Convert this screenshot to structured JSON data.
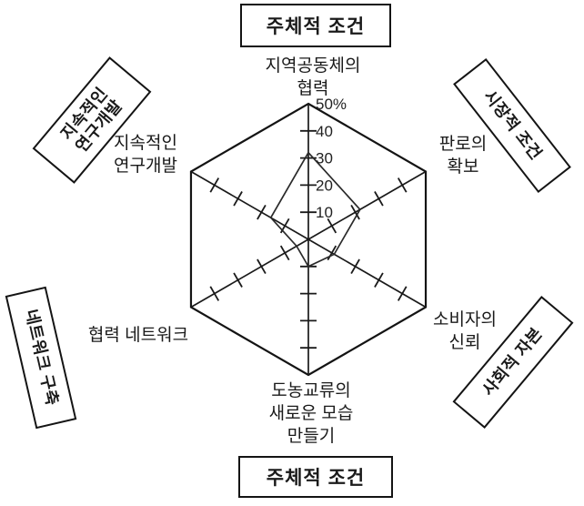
{
  "colors": {
    "line": "#1a1a1a",
    "text": "#1a1a1a",
    "background": "#ffffff"
  },
  "header_box": {
    "label": "주체적 조건"
  },
  "footer_box": {
    "label": "주체적 조건"
  },
  "corner_boxes": {
    "research": {
      "lines": [
        "지속적인",
        "연구개발"
      ]
    },
    "market": {
      "lines": [
        "시장적 조건"
      ]
    },
    "network": {
      "lines": [
        "네트워크 구축"
      ]
    },
    "social": {
      "lines": [
        "사회적 자본"
      ]
    }
  },
  "axis_labels": {
    "community": {
      "lines": [
        "지역공동체의",
        "협력"
      ]
    },
    "sales": {
      "lines": [
        "판로의",
        "확보"
      ]
    },
    "consumer": {
      "lines": [
        "소비자의",
        "신뢰"
      ]
    },
    "exchange": {
      "lines": [
        "도농교류의",
        "새로운 모습",
        "만들기"
      ]
    },
    "coop_network": {
      "lines": [
        "협력 네트워크"
      ]
    },
    "research": {
      "lines": [
        "지속적인",
        "연구개발"
      ]
    }
  },
  "chart_data": {
    "type": "radar",
    "title_top": "주체적 조건",
    "title_bottom": "주체적 조건",
    "categories": [
      "지역공동체의 협력",
      "판로의 확보",
      "소비자의 신뢰",
      "도농교류의 새로운 모습 만들기",
      "협력 네트워크",
      "지속적인 연구개발"
    ],
    "values": [
      32,
      22,
      11,
      10,
      5,
      16
    ],
    "axis_order": "clockwise-from-top",
    "scale_min": 0,
    "scale_max": 50,
    "scale_step": 10,
    "tick_labels": [
      "10",
      "20",
      "30",
      "40",
      "50%"
    ],
    "grid": "outer-hexagon-with-axis-ticks",
    "legend": "none",
    "fill": "none"
  }
}
